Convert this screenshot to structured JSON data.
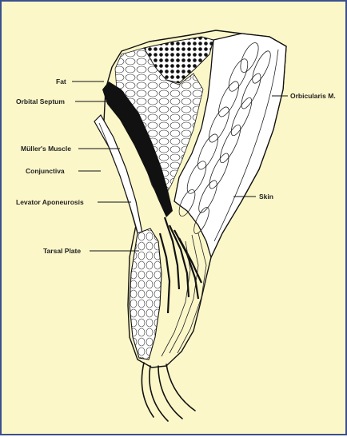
{
  "figure": {
    "labels": {
      "fat": "Fat",
      "orbital_septum": "Orbital Septum",
      "orbicularis": "Orbicularis M.",
      "mullers_muscle": "Müller's Muscle",
      "conjunctiva": "Conjunctiva",
      "skin": "Skin",
      "levator_aponeurosis": "Levator Aponeurosis",
      "tarsal_plate": "Tarsal Plate"
    },
    "colors": {
      "background": "#fbf7c9",
      "border": "#3b4f8f",
      "ink": "#111111",
      "tissue": "#ffffff"
    }
  }
}
